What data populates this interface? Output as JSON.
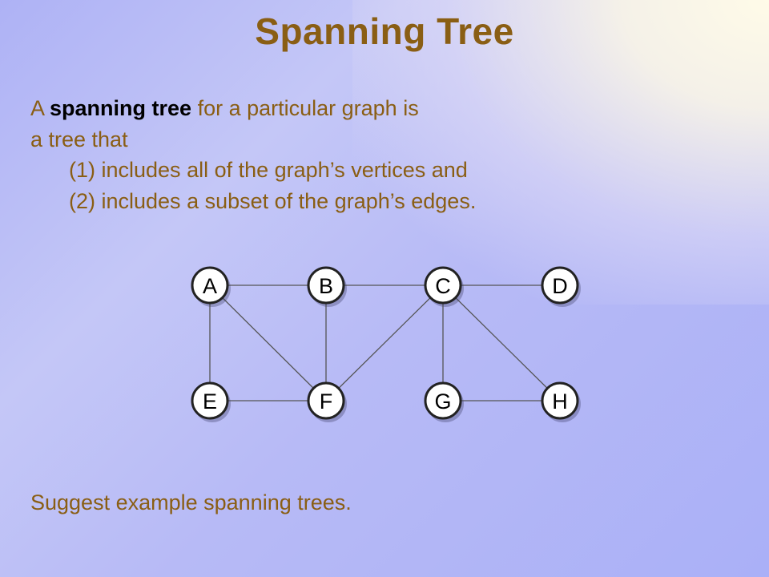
{
  "slide": {
    "title": "Spanning Tree",
    "definition": {
      "prefix": "A ",
      "term": "spanning tree",
      "line1_rest": " for a particular graph is",
      "line2": "a tree that",
      "point1": "(1) includes all of the graph’s vertices and",
      "point2": "(2) includes a subset of the graph’s edges."
    },
    "question": "Suggest example spanning trees."
  },
  "colors": {
    "text": "#8a5e14",
    "term": "#000000",
    "edge": "#555555",
    "node_fill": "#ffffff",
    "node_stroke": "#222222"
  },
  "graph": {
    "nodes": [
      {
        "id": "A",
        "label": "A"
      },
      {
        "id": "B",
        "label": "B"
      },
      {
        "id": "C",
        "label": "C"
      },
      {
        "id": "D",
        "label": "D"
      },
      {
        "id": "E",
        "label": "E"
      },
      {
        "id": "F",
        "label": "F"
      },
      {
        "id": "G",
        "label": "G"
      },
      {
        "id": "H",
        "label": "H"
      }
    ],
    "edges": [
      [
        "A",
        "B"
      ],
      [
        "B",
        "C"
      ],
      [
        "C",
        "D"
      ],
      [
        "A",
        "E"
      ],
      [
        "A",
        "F"
      ],
      [
        "B",
        "F"
      ],
      [
        "E",
        "F"
      ],
      [
        "C",
        "F"
      ],
      [
        "C",
        "G"
      ],
      [
        "C",
        "H"
      ],
      [
        "G",
        "H"
      ]
    ]
  }
}
